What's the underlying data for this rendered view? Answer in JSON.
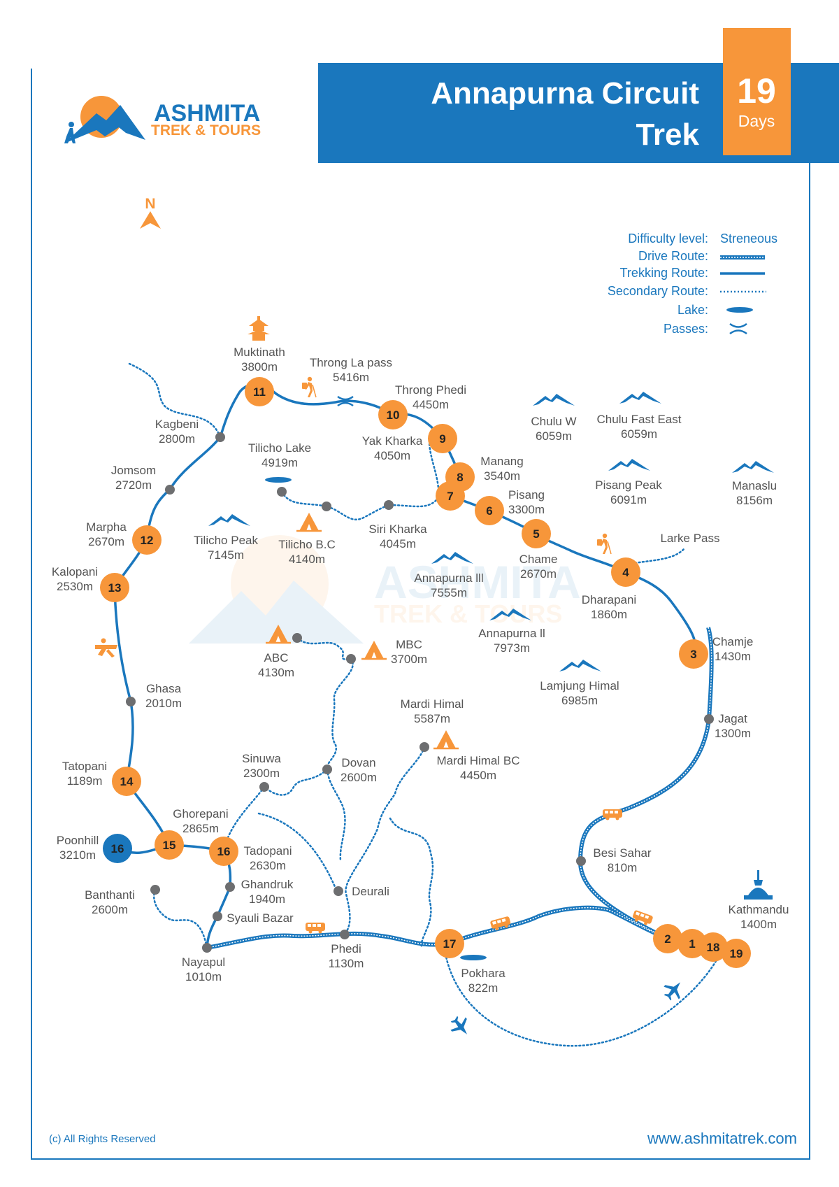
{
  "brand": {
    "name": "ASHMITA",
    "tagline": "TREK & TOURS"
  },
  "title": {
    "line1": "Annapurna Circuit",
    "line2": "Trek",
    "days_number": "19",
    "days_label": "Days"
  },
  "compass": "N",
  "legend": {
    "difficulty_label": "Difficulty level:",
    "difficulty_value": "Streneous",
    "drive_route": "Drive Route:",
    "trekking_route": "Trekking Route:",
    "secondary_route": "Secondary Route:",
    "lake": "Lake:",
    "passes": "Passes:"
  },
  "colors": {
    "primary_blue": "#1a77bd",
    "accent_orange": "#f7963a",
    "dot_grey": "#6d6e70",
    "text_grey": "#555555"
  },
  "places": [
    {
      "id": "muktinath",
      "name": "Muktinath",
      "elev": "3800m"
    },
    {
      "id": "throng-la-pass",
      "name": "Throng La pass",
      "elev": "5416m"
    },
    {
      "id": "throng-phedi",
      "name": "Throng Phedi",
      "elev": "4450m"
    },
    {
      "id": "kagbeni",
      "name": "Kagbeni",
      "elev": "2800m"
    },
    {
      "id": "yak-kharka",
      "name": "Yak Kharka",
      "elev": "4050m"
    },
    {
      "id": "chulu-w",
      "name": "Chulu W",
      "elev": "6059m"
    },
    {
      "id": "chulu-fast-east",
      "name": "Chulu Fast East",
      "elev": "6059m"
    },
    {
      "id": "tilicho-lake",
      "name": "Tilicho Lake",
      "elev": "4919m"
    },
    {
      "id": "jomsom",
      "name": "Jomsom",
      "elev": "2720m"
    },
    {
      "id": "manang",
      "name": "Manang",
      "elev": "3540m"
    },
    {
      "id": "pisang-peak",
      "name": "Pisang Peak",
      "elev": "6091m"
    },
    {
      "id": "manaslu",
      "name": "Manaslu",
      "elev": "8156m"
    },
    {
      "id": "pisang",
      "name": "Pisang",
      "elev": "3300m"
    },
    {
      "id": "marpha",
      "name": "Marpha",
      "elev": "2670m"
    },
    {
      "id": "tilicho-peak",
      "name": "Tilicho Peak",
      "elev": "7145m"
    },
    {
      "id": "tilicho-bc",
      "name": "Tilicho B.C",
      "elev": "4140m"
    },
    {
      "id": "siri-kharka",
      "name": "Siri Kharka",
      "elev": "4045m"
    },
    {
      "id": "larke-pass",
      "name": "Larke Pass",
      "elev": ""
    },
    {
      "id": "chame",
      "name": "Chame",
      "elev": "2670m"
    },
    {
      "id": "kalopani",
      "name": "Kalopani",
      "elev": "2530m"
    },
    {
      "id": "annapurna-iii",
      "name": "Annapurna lll",
      "elev": "7555m"
    },
    {
      "id": "dharapani",
      "name": "Dharapani",
      "elev": "1860m"
    },
    {
      "id": "annapurna-ii",
      "name": "Annapurna ll",
      "elev": "7973m"
    },
    {
      "id": "chamje",
      "name": "Chamje",
      "elev": "1430m"
    },
    {
      "id": "abc",
      "name": "ABC",
      "elev": "4130m"
    },
    {
      "id": "mbc",
      "name": "MBC",
      "elev": "3700m"
    },
    {
      "id": "ghasa",
      "name": "Ghasa",
      "elev": "2010m"
    },
    {
      "id": "lamjung-himal",
      "name": "Lamjung Himal",
      "elev": "6985m"
    },
    {
      "id": "mardi-himal",
      "name": "Mardi Himal",
      "elev": "5587m"
    },
    {
      "id": "jagat",
      "name": "Jagat",
      "elev": "1300m"
    },
    {
      "id": "mardi-himal-bc",
      "name": "Mardi Himal BC",
      "elev": "4450m"
    },
    {
      "id": "sinuwa",
      "name": "Sinuwa",
      "elev": "2300m"
    },
    {
      "id": "dovan",
      "name": "Dovan",
      "elev": "2600m"
    },
    {
      "id": "tatopani",
      "name": "Tatopani",
      "elev": "1189m"
    },
    {
      "id": "ghorepani",
      "name": "Ghorepani",
      "elev": "2865m"
    },
    {
      "id": "poonhill",
      "name": "Poonhill",
      "elev": "3210m"
    },
    {
      "id": "tadopani",
      "name": "Tadopani",
      "elev": "2630m"
    },
    {
      "id": "besi-sahar",
      "name": "Besi Sahar",
      "elev": "810m"
    },
    {
      "id": "ghandruk",
      "name": "Ghandruk",
      "elev": "1940m"
    },
    {
      "id": "banthanti",
      "name": "Banthanti",
      "elev": "2600m"
    },
    {
      "id": "deurali",
      "name": "Deurali",
      "elev": ""
    },
    {
      "id": "kathmandu",
      "name": "Kathmandu",
      "elev": "1400m"
    },
    {
      "id": "syauli-bazar",
      "name": "Syauli Bazar",
      "elev": ""
    },
    {
      "id": "phedi",
      "name": "Phedi",
      "elev": "1130m"
    },
    {
      "id": "nayapul",
      "name": "Nayapul",
      "elev": "1010m"
    },
    {
      "id": "pokhara",
      "name": "Pokhara",
      "elev": "822m"
    }
  ],
  "stops": [
    "11",
    "10",
    "9",
    "8",
    "7",
    "6",
    "5",
    "4",
    "3",
    "12",
    "13",
    "14",
    "15",
    "16",
    "16",
    "17",
    "2",
    "1",
    "18",
    "19"
  ],
  "watermark": {
    "name": "ASHMITA",
    "tagline": "TREK & TOURS"
  },
  "footer": {
    "copyright": "(c) All Rights Reserved",
    "website": "www.ashmitatrek.com"
  }
}
